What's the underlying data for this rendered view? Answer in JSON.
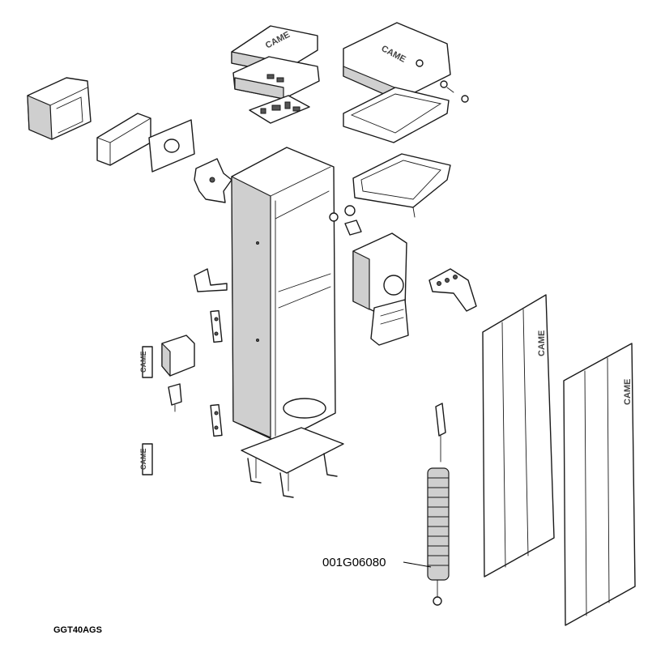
{
  "diagram": {
    "part_number_label": "001G06080",
    "document_code": "GGT40AGS",
    "brand_logo": "CAME"
  }
}
